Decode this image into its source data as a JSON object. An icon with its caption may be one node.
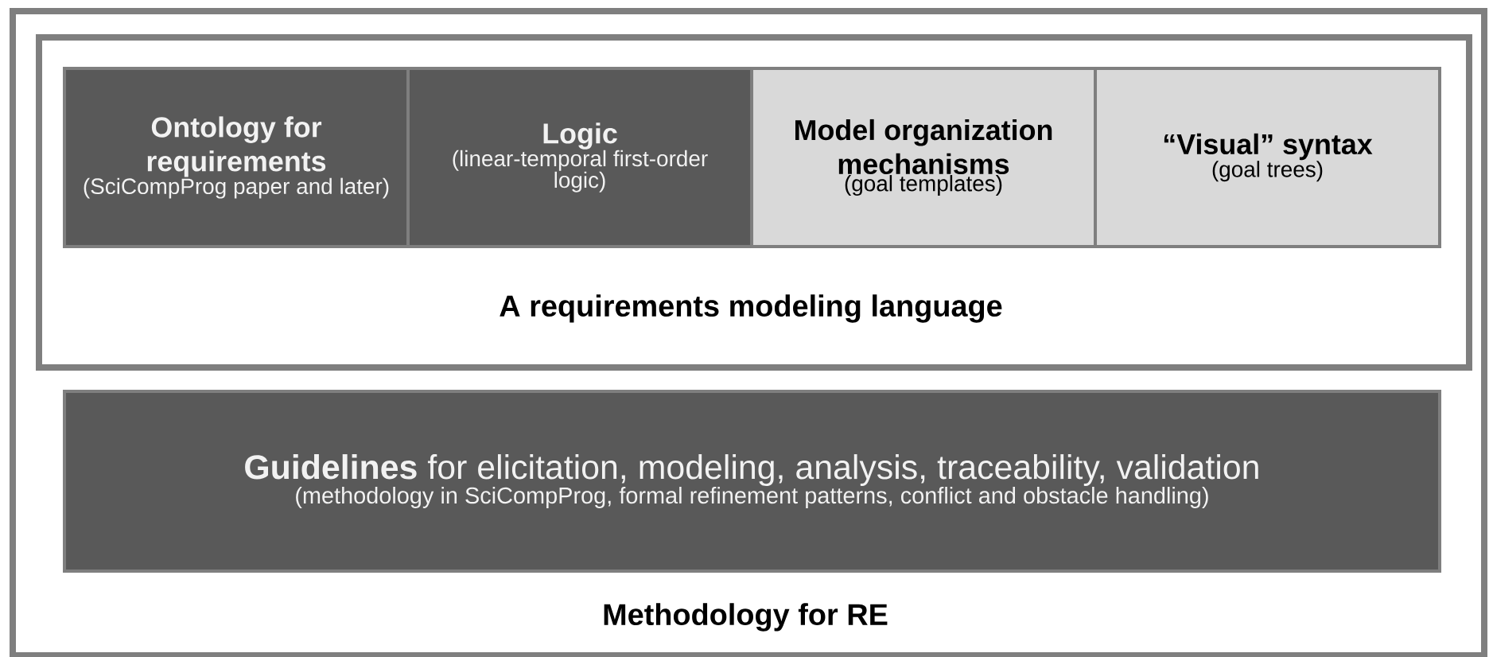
{
  "diagram": {
    "nodes": [
      {
        "text": [
          "Methodology for RE"
        ]
      },
      {
        "text": [
          "A requirements modeling language"
        ],
        "in": 0
      },
      {
        "text": [
          "Ontology for requirements",
          "(SciCompProg paper and later)"
        ],
        "in": 1
      },
      {
        "text": [
          "Logic",
          "(linear-temporal first-order logic)"
        ],
        "in": 1
      },
      {
        "text": [
          "Model organization mechanisms",
          "(goal templates)"
        ],
        "in": 1
      },
      {
        "text": [
          "“Visual” syntax",
          "(goal trees)"
        ],
        "in": 1
      },
      {
        "text": [
          "**Guidelines** for elicitation, modeling, analysis, traceability, validation",
          "(methodology in SciCompProg, formal refinement patterns, conflict and obstacle handling)"
        ],
        "in": 0
      }
    ]
  }
}
